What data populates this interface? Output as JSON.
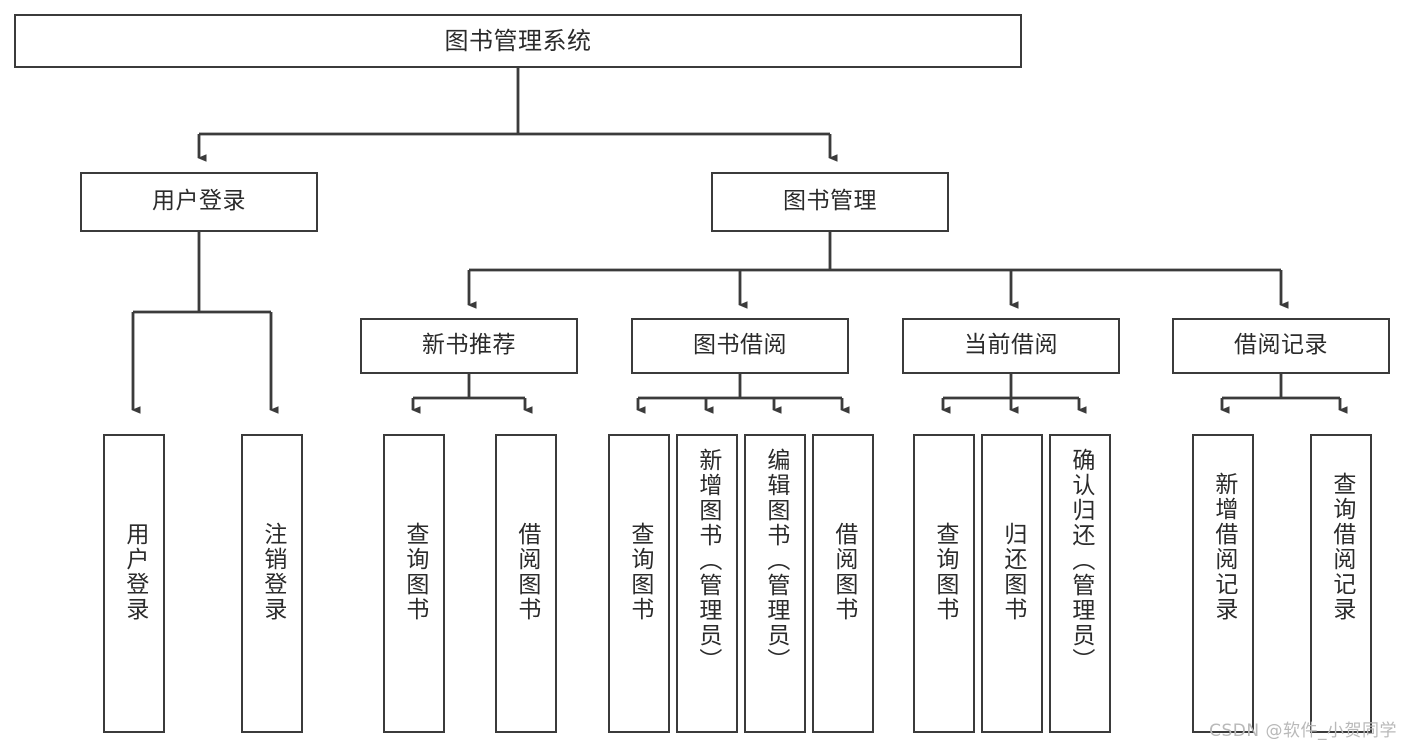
{
  "diagram": {
    "type": "tree-hierarchy",
    "title": "图书管理系统",
    "watermark": "CSDN @软件_小贺同学",
    "colors": {
      "box_border": "#3b3b3b",
      "box_fill": "#ffffff",
      "connector": "#3b3b3b",
      "text": "#2b2b2b",
      "watermark": "#b9b9b9",
      "background": "#ffffff"
    },
    "levels": {
      "root": "图书管理系统",
      "level2": [
        "用户登录",
        "图书管理"
      ],
      "level3": [
        "新书推荐",
        "图书借阅",
        "当前借阅",
        "借阅记录"
      ]
    },
    "nodes": {
      "root": {
        "label": "图书管理系统"
      },
      "user_login": {
        "label": "用户登录"
      },
      "book_manage": {
        "label": "图书管理"
      },
      "new_book_rec": {
        "label": "新书推荐"
      },
      "book_borrow": {
        "label": "图书借阅"
      },
      "current_borrow": {
        "label": "当前借阅"
      },
      "borrow_record": {
        "label": "借阅记录"
      }
    },
    "leaves": {
      "user_login": [
        {
          "label": "用户登录"
        },
        {
          "label": "注销登录"
        }
      ],
      "new_book_rec": [
        {
          "label": "查询图书"
        },
        {
          "label": "借阅图书"
        }
      ],
      "book_borrow": [
        {
          "label": "查询图书"
        },
        {
          "label": "新增图书（管理员）"
        },
        {
          "label": "编辑图书（管理员）"
        },
        {
          "label": "借阅图书"
        }
      ],
      "current_borrow": [
        {
          "label": "查询图书"
        },
        {
          "label": "归还图书"
        },
        {
          "label": "确认归还（管理员）"
        }
      ],
      "borrow_record": [
        {
          "label": "新增借阅记录"
        },
        {
          "label": "查询借阅记录"
        }
      ]
    }
  }
}
